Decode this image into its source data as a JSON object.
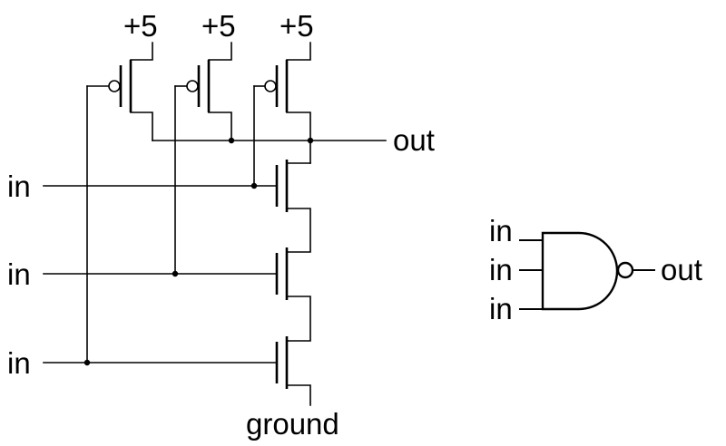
{
  "schematic": {
    "supply_labels": [
      "+5",
      "+5",
      "+5"
    ],
    "input_labels": [
      "in",
      "in",
      "in"
    ],
    "output_label": "out",
    "ground_label": "ground"
  },
  "symbol": {
    "input_labels": [
      "in",
      "in",
      "in"
    ],
    "output_label": "out"
  }
}
